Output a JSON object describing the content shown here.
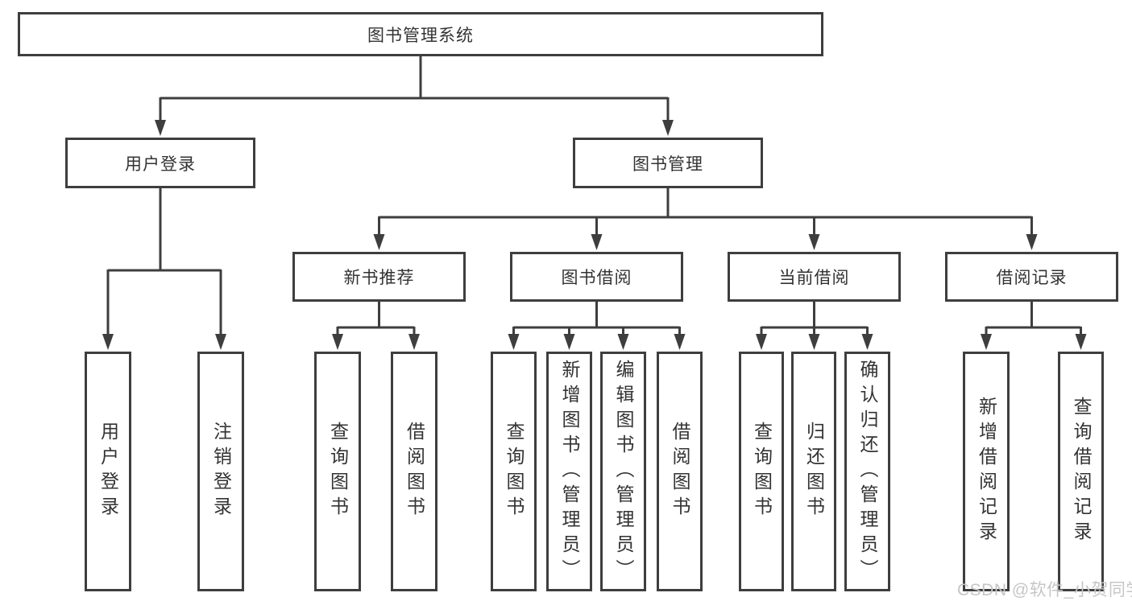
{
  "diagram": {
    "root": {
      "label": "图书管理系统"
    },
    "level2": [
      {
        "label": "用户登录"
      },
      {
        "label": "图书管理"
      }
    ],
    "level3": [
      {
        "label": "新书推荐"
      },
      {
        "label": "图书借阅"
      },
      {
        "label": "当前借阅"
      },
      {
        "label": "借阅记录"
      }
    ],
    "leaves": [
      {
        "label": "用户登录"
      },
      {
        "label": "注销登录"
      },
      {
        "label": "查询图书"
      },
      {
        "label": "借阅图书"
      },
      {
        "label": "查询图书"
      },
      {
        "label": "新增图书（管理员）"
      },
      {
        "label": "编辑图书（管理员）"
      },
      {
        "label": "借阅图书"
      },
      {
        "label": "查询图书"
      },
      {
        "label": "归还图书"
      },
      {
        "label": "确认归还（管理员）"
      },
      {
        "label": "新增借阅记录"
      },
      {
        "label": "查询借阅记录"
      }
    ]
  },
  "watermark": {
    "text": "CSDN @软件_小贺同学"
  },
  "colors": {
    "line": "#3e3e3e",
    "text": "#333333",
    "watermark": "#c6c6c6",
    "background": "#ffffff"
  }
}
